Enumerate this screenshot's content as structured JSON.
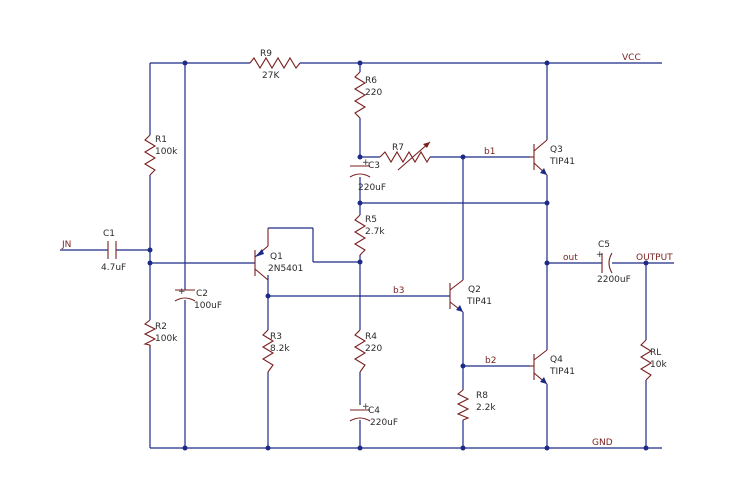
{
  "nets": {
    "vcc": "VCC",
    "gnd": "GND",
    "input": "JN",
    "output": "OUTPUT",
    "out": "out",
    "b1": "b1",
    "b2": "b2",
    "b3": "b3"
  },
  "components": {
    "R9": {
      "ref": "R9",
      "value": "27K"
    },
    "R6": {
      "ref": "R6",
      "value": "220"
    },
    "R1": {
      "ref": "R1",
      "value": "100k"
    },
    "R2": {
      "ref": "R2",
      "value": "100k"
    },
    "R7": {
      "ref": "R7",
      "value": ""
    },
    "C3": {
      "ref": "C3",
      "value": "220uF"
    },
    "R5": {
      "ref": "R5",
      "value": "2.7k"
    },
    "C1": {
      "ref": "C1",
      "value": "4.7uF"
    },
    "Q1": {
      "ref": "Q1",
      "value": "2N5401"
    },
    "C2": {
      "ref": "C2",
      "value": "100uF"
    },
    "R3": {
      "ref": "R3",
      "value": "8.2k"
    },
    "R4": {
      "ref": "R4",
      "value": "220"
    },
    "C4": {
      "ref": "C4",
      "value": "220uF"
    },
    "Q2": {
      "ref": "Q2",
      "value": "TIP41"
    },
    "Q3": {
      "ref": "Q3",
      "value": "TIP41"
    },
    "Q4": {
      "ref": "Q4",
      "value": "TIP41"
    },
    "R8": {
      "ref": "R8",
      "value": "2.2k"
    },
    "C5": {
      "ref": "C5",
      "value": "2200uF"
    },
    "RL": {
      "ref": "RL",
      "value": "10k"
    }
  },
  "colors": {
    "wire": "#1d2b88",
    "part": "#7a1f1f",
    "text": "#2b2b2b"
  }
}
